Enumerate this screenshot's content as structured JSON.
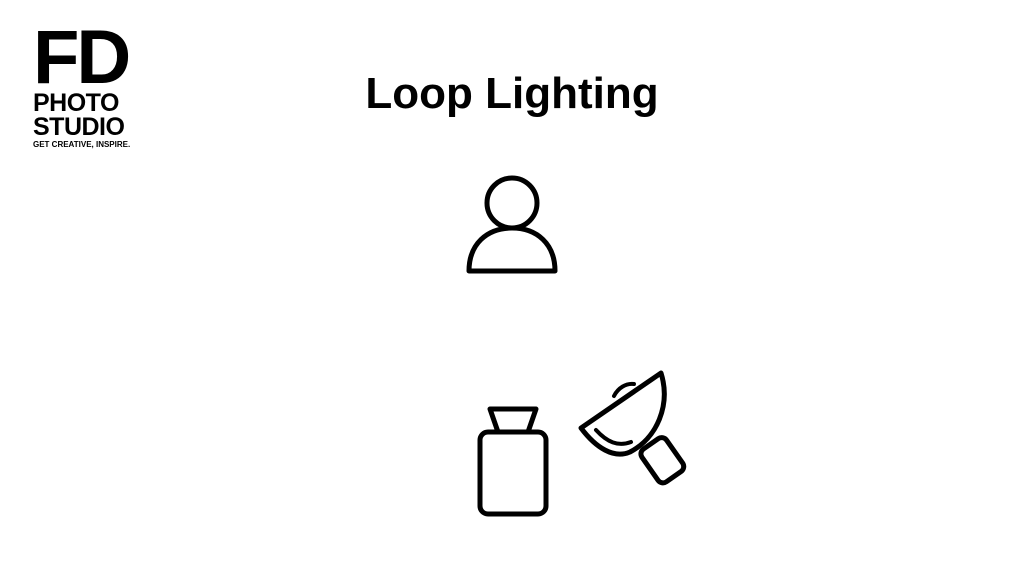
{
  "logo": {
    "line1": "FD",
    "line2": "PHOTO",
    "line3": "STUDIO",
    "tagline": "GET CREATIVE, INSPIRE."
  },
  "title": "Loop Lighting",
  "diagram": {
    "elements": [
      {
        "name": "subject",
        "icon": "person-icon"
      },
      {
        "name": "camera",
        "icon": "camera-icon"
      },
      {
        "name": "key-light",
        "icon": "softbox-light-icon"
      }
    ]
  },
  "colors": {
    "background": "#ffffff",
    "ink": "#000000"
  }
}
